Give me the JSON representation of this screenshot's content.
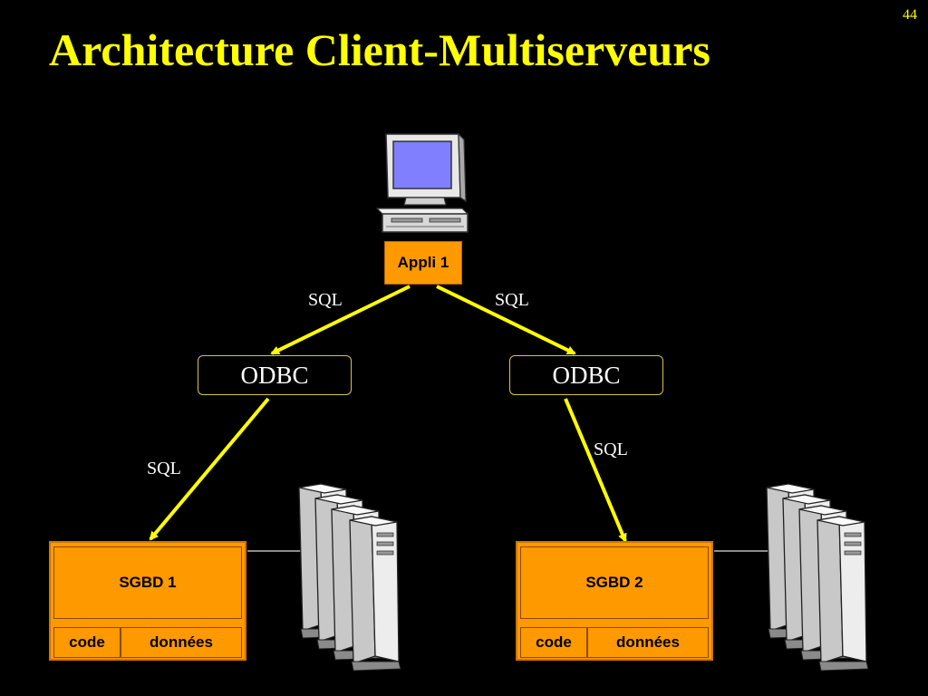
{
  "slide": {
    "page_number": "44",
    "title": "Architecture Client-Multiserveurs"
  },
  "diagram": {
    "client": {
      "label": "Appli 1",
      "icon": "desktop-computer-icon"
    },
    "middleware": [
      {
        "label": "ODBC"
      },
      {
        "label": "ODBC"
      }
    ],
    "edge_labels": {
      "app_to_odbc1": "SQL",
      "app_to_odbc2": "SQL",
      "odbc1_to_sgbd1": "SQL",
      "odbc2_to_sgbd2": "SQL"
    },
    "servers": [
      {
        "label": "SGBD 1",
        "code": "code",
        "data": "données",
        "icon": "server-tower-icon"
      },
      {
        "label": "SGBD 2",
        "code": "code",
        "data": "données",
        "icon": "server-tower-icon"
      }
    ],
    "colors": {
      "background": "#000000",
      "title": "#ffff00",
      "box_fill": "#ff9900",
      "arrow": "#ffff00",
      "odbc_border": "#d4c44a"
    }
  }
}
